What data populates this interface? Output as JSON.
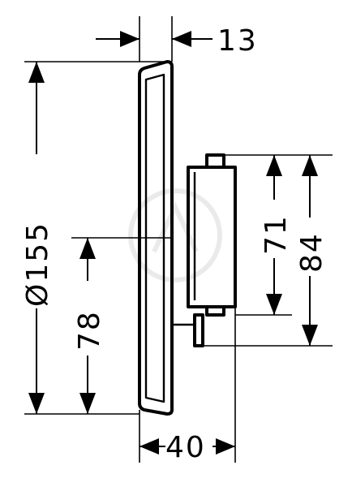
{
  "dimensions": {
    "panel_thickness": "13",
    "diameter": "Ø155",
    "lower_height": "78",
    "box_height_inner": "71",
    "box_height_outer": "84",
    "depth": "40"
  }
}
